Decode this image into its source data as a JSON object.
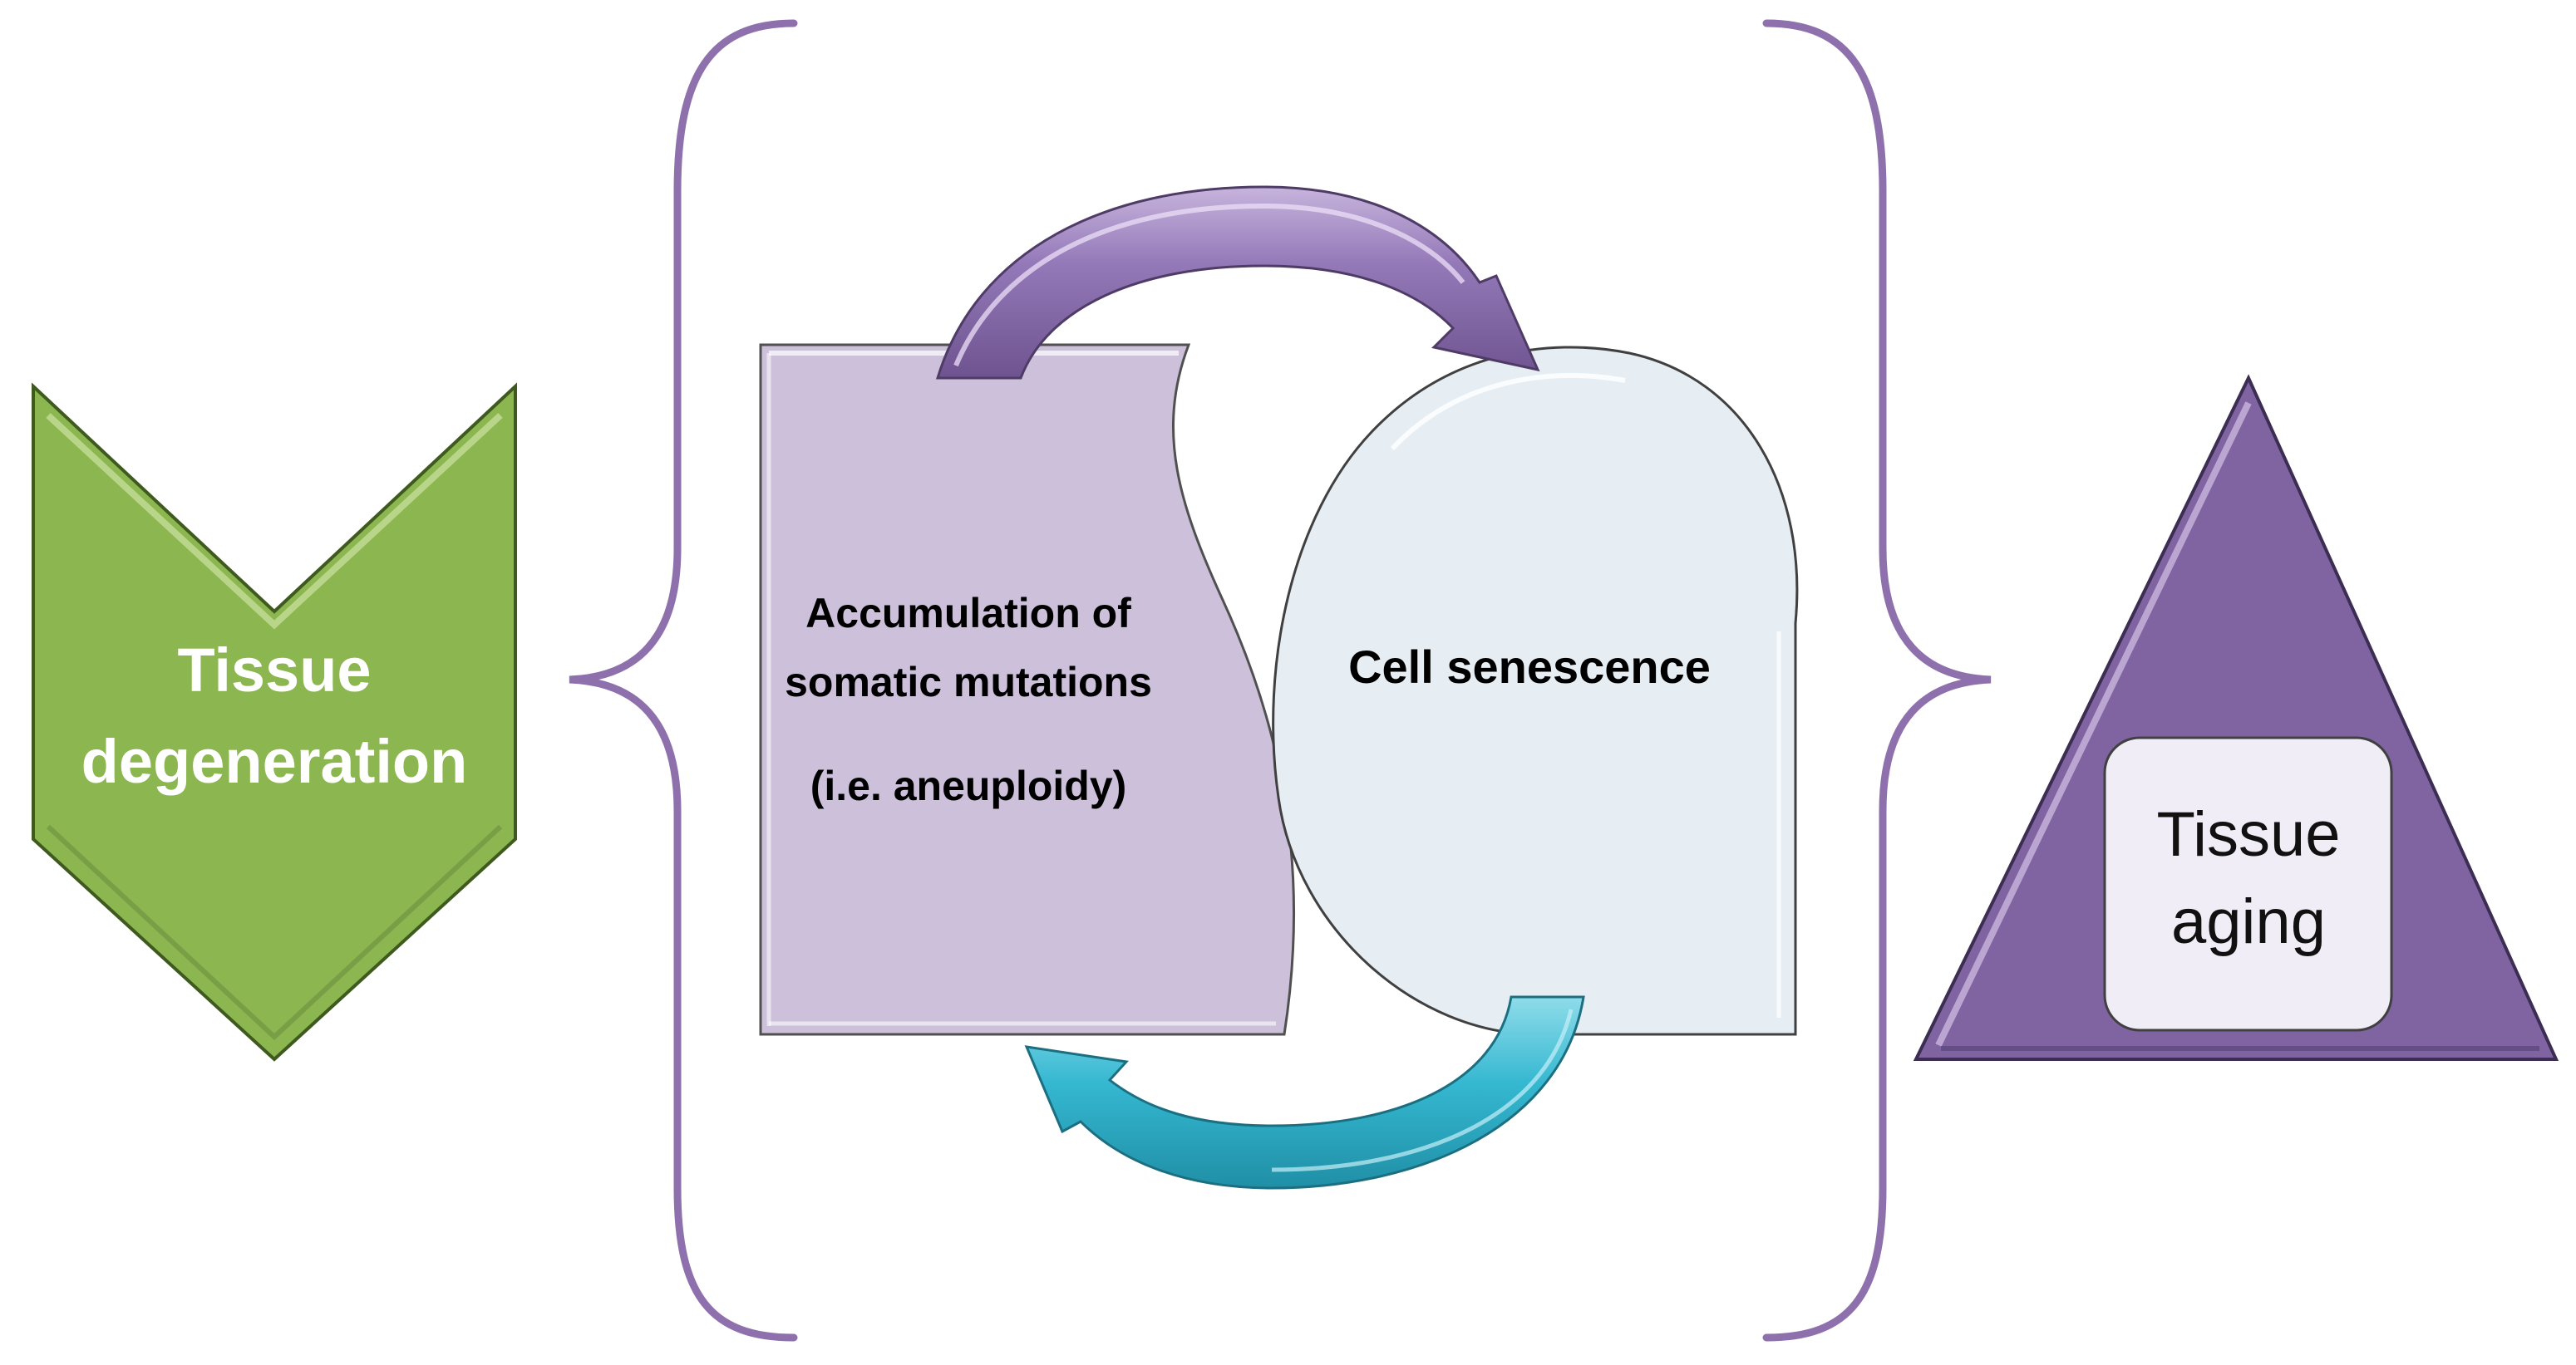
{
  "left_shape": {
    "line1": "Tissue",
    "line2": "degeneration"
  },
  "center": {
    "box_line1": "Accumulation of",
    "box_line2": "somatic mutations",
    "box_line3": "(i.e. aneuploidy)",
    "cell_label": "Cell senescence"
  },
  "right_shape": {
    "line1": "Tissue",
    "line2": "aging"
  },
  "colors": {
    "green": "#8cb650",
    "purple": "#8064a2",
    "lilac": "#ccc0da",
    "pale_blue": "#e6eef4",
    "teal": "#33b6cf",
    "brace": "#8e70ad"
  }
}
